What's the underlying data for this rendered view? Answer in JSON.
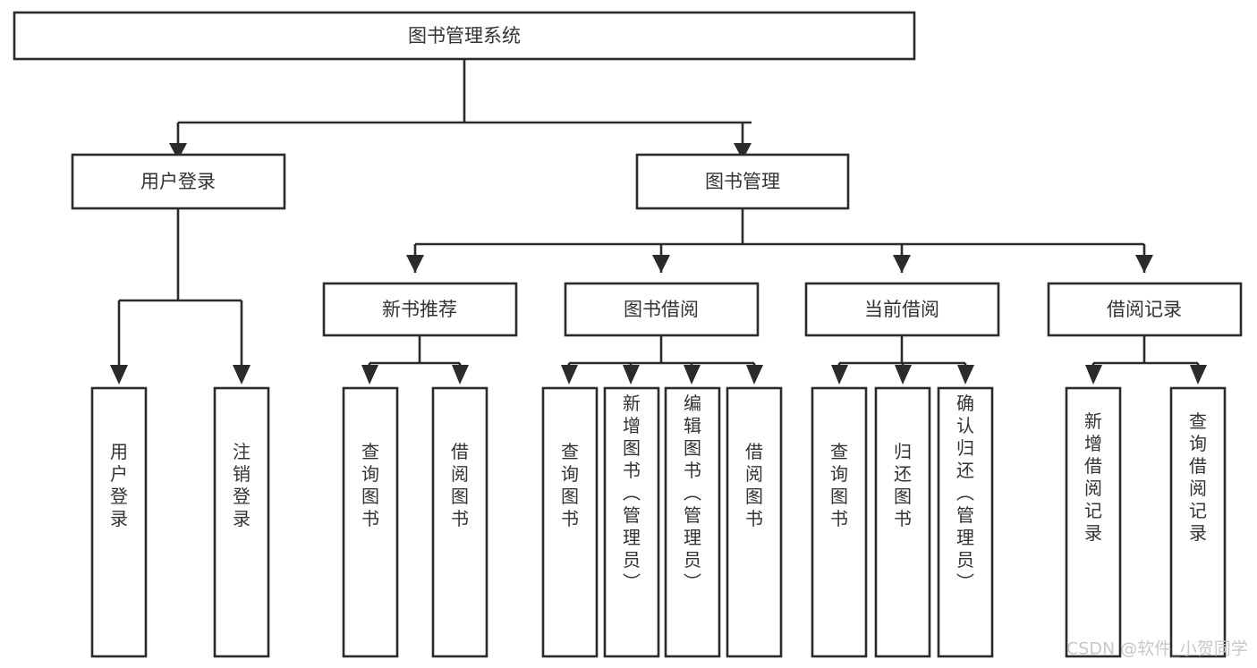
{
  "diagram": {
    "title": "图书管理系统",
    "type": "functional-decomposition-tree",
    "orientation": "top-down",
    "background_color": "#ffffff",
    "line_color": "#2b2b2b",
    "text_color": "#333333",
    "box_fill": "#ffffff"
  },
  "nodes": {
    "root": {
      "label": "图书管理系统",
      "level": 1,
      "orientation": "horizontal"
    },
    "user_login": {
      "label": "用户登录",
      "level": 2,
      "orientation": "horizontal"
    },
    "book_manage": {
      "label": "图书管理",
      "level": 2,
      "orientation": "horizontal"
    },
    "new_book_rec": {
      "label": "新书推荐",
      "level": 3,
      "orientation": "horizontal"
    },
    "book_borrow": {
      "label": "图书借阅",
      "level": 3,
      "orientation": "horizontal"
    },
    "current_borrow": {
      "label": "当前借阅",
      "level": 3,
      "orientation": "horizontal"
    },
    "borrow_record": {
      "label": "借阅记录",
      "level": 3,
      "orientation": "horizontal"
    },
    "leaf_user_login": {
      "label": "用户登录",
      "level": 3,
      "orientation": "vertical"
    },
    "leaf_logout": {
      "label": "注销登录",
      "level": 3,
      "orientation": "vertical"
    },
    "leaf_query_book_a": {
      "label": "查询图书",
      "level": 4,
      "orientation": "vertical"
    },
    "leaf_borrow_book_a": {
      "label": "借阅图书",
      "level": 4,
      "orientation": "vertical"
    },
    "leaf_query_book_b": {
      "label": "查询图书",
      "level": 4,
      "orientation": "vertical"
    },
    "leaf_add_book": {
      "label": "新增图书（管理员）",
      "level": 4,
      "orientation": "vertical"
    },
    "leaf_edit_book": {
      "label": "编辑图书（管理员）",
      "level": 4,
      "orientation": "vertical"
    },
    "leaf_borrow_book_b": {
      "label": "借阅图书",
      "level": 4,
      "orientation": "vertical"
    },
    "leaf_query_book_c": {
      "label": "查询图书",
      "level": 4,
      "orientation": "vertical"
    },
    "leaf_return_book": {
      "label": "归还图书",
      "level": 4,
      "orientation": "vertical"
    },
    "leaf_confirm_return": {
      "label": "确认归还（管理员）",
      "level": 4,
      "orientation": "vertical"
    },
    "leaf_add_record": {
      "label": "新增借阅记录",
      "level": 4,
      "orientation": "vertical"
    },
    "leaf_query_record": {
      "label": "查询借阅记录",
      "level": 4,
      "orientation": "vertical"
    }
  },
  "tree": {
    "label": "图书管理系统",
    "children": [
      {
        "label": "用户登录",
        "children": [
          {
            "label": "用户登录",
            "children": []
          },
          {
            "label": "注销登录",
            "children": []
          }
        ]
      },
      {
        "label": "图书管理",
        "children": [
          {
            "label": "新书推荐",
            "children": [
              {
                "label": "查询图书",
                "children": []
              },
              {
                "label": "借阅图书",
                "children": []
              }
            ]
          },
          {
            "label": "图书借阅",
            "children": [
              {
                "label": "查询图书",
                "children": []
              },
              {
                "label": "新增图书（管理员）",
                "children": []
              },
              {
                "label": "编辑图书（管理员）",
                "children": []
              },
              {
                "label": "借阅图书",
                "children": []
              }
            ]
          },
          {
            "label": "当前借阅",
            "children": [
              {
                "label": "查询图书",
                "children": []
              },
              {
                "label": "归还图书",
                "children": []
              },
              {
                "label": "确认归还（管理员）",
                "children": []
              }
            ]
          },
          {
            "label": "借阅记录",
            "children": [
              {
                "label": "新增借阅记录",
                "children": []
              },
              {
                "label": "查询借阅记录",
                "children": []
              }
            ]
          }
        ]
      }
    ]
  },
  "watermark": {
    "text": "CSDN @软件_小贺同学",
    "color": "#c8c8c8"
  }
}
